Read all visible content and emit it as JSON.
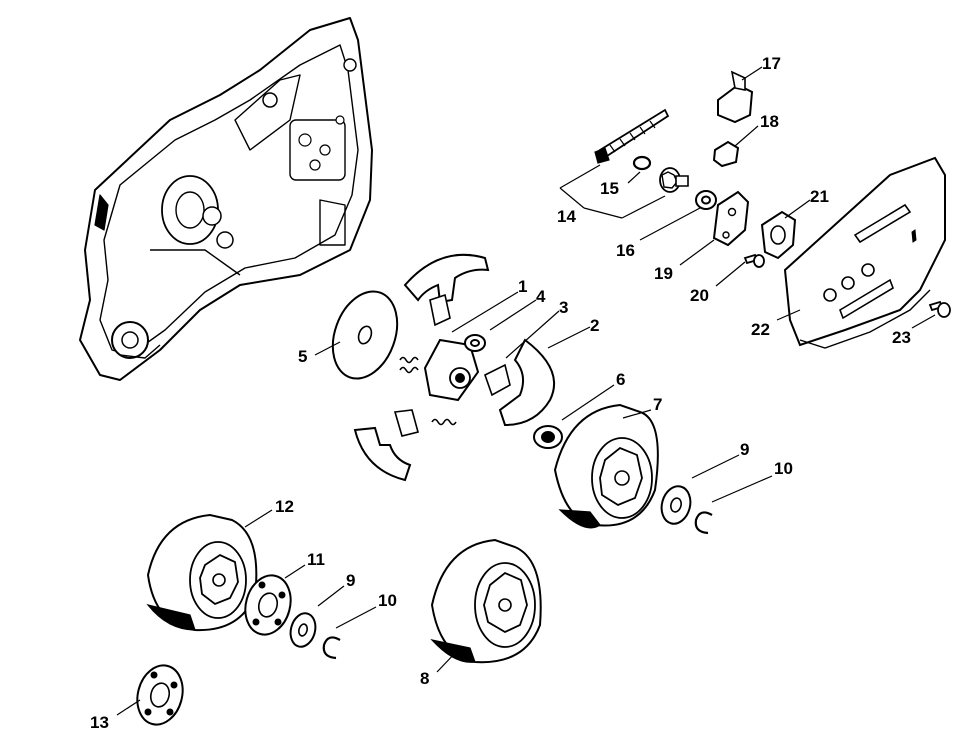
{
  "diagram": {
    "callouts": [
      {
        "id": "c1",
        "label": "1"
      },
      {
        "id": "c2",
        "label": "2"
      },
      {
        "id": "c3",
        "label": "3"
      },
      {
        "id": "c4",
        "label": "4"
      },
      {
        "id": "c5",
        "label": "5"
      },
      {
        "id": "c6",
        "label": "6"
      },
      {
        "id": "c7",
        "label": "7"
      },
      {
        "id": "c8",
        "label": "8"
      },
      {
        "id": "c9a",
        "label": "9"
      },
      {
        "id": "c9b",
        "label": "9"
      },
      {
        "id": "c10a",
        "label": "10"
      },
      {
        "id": "c10b",
        "label": "10"
      },
      {
        "id": "c11",
        "label": "11"
      },
      {
        "id": "c12",
        "label": "12"
      },
      {
        "id": "c13",
        "label": "13"
      },
      {
        "id": "c14",
        "label": "14"
      },
      {
        "id": "c15",
        "label": "15"
      },
      {
        "id": "c16",
        "label": "16"
      },
      {
        "id": "c17",
        "label": "17"
      },
      {
        "id": "c18",
        "label": "18"
      },
      {
        "id": "c19",
        "label": "19"
      },
      {
        "id": "c20",
        "label": "20"
      },
      {
        "id": "c21",
        "label": "21"
      },
      {
        "id": "c22",
        "label": "22"
      },
      {
        "id": "c23",
        "label": "23"
      }
    ]
  }
}
